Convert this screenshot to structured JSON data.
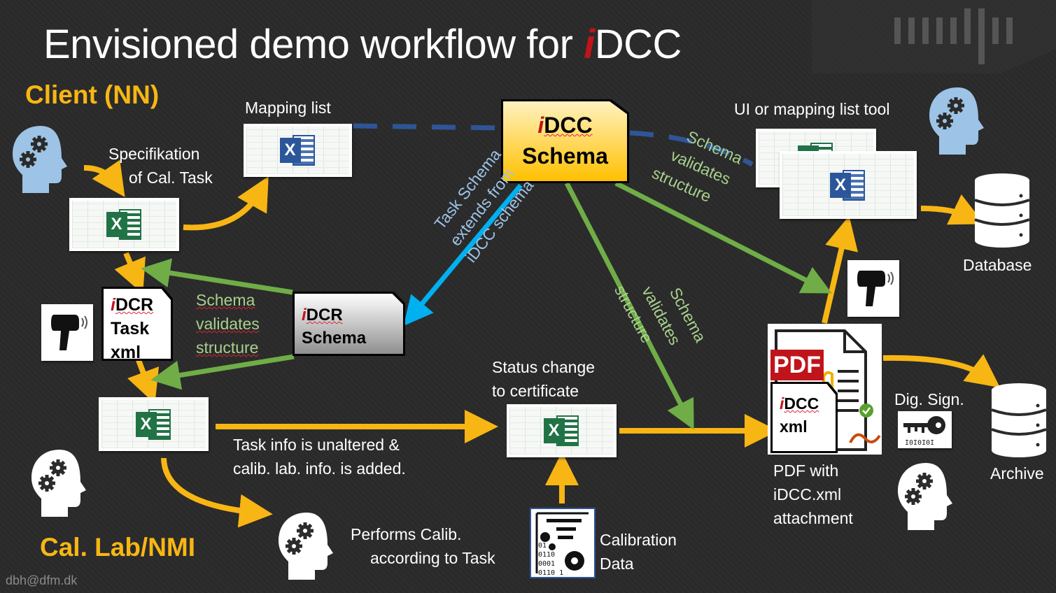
{
  "title": {
    "prefix": "Envisioned demo workflow for ",
    "italic": "i",
    "suffix": "DCC"
  },
  "roles": {
    "client": "Client (NN)",
    "lab": "Cal. Lab/NMI"
  },
  "labels": {
    "mapping_list": "Mapping list",
    "spec_line1": "Specifikation",
    "spec_line2": "of Cal. Task",
    "task_schema_line1": "Task Schema",
    "task_schema_line2": "extends from",
    "task_schema_line3": "iDCC schema",
    "schema_validates_line1": "Schema",
    "schema_validates_line2": "validates",
    "schema_validates_line3": "structure",
    "ui_tool": "UI or mapping list tool",
    "database": "Database",
    "archive": "Archive",
    "status_line1": "Status change",
    "status_line2": "to certificate",
    "task_info_line1": "Task info is unaltered &",
    "task_info_line2": "calib. lab. info. is added.",
    "performs_line1": "Performs Calib.",
    "performs_line2": "according to Task",
    "cal_data_line1": "Calibration",
    "cal_data_line2": "Data",
    "pdf_line1": "PDF with",
    "pdf_line2": "iDCC.xml",
    "pdf_line3": "attachment",
    "dig_sign": "Dig. Sign.",
    "footer": "dbh@dfm.dk"
  },
  "docs": {
    "idcc_schema": {
      "italic": "i",
      "line1_rest": "DCC",
      "line2": "Schema"
    },
    "idcr_task": {
      "italic": "i",
      "line1_rest": "DCR",
      "line2": "Task",
      "line3": "xml"
    },
    "idcr_schema": {
      "italic": "i",
      "line1_rest": "DCR",
      "line2": "Schema"
    },
    "pdf_attach": {
      "italic": "i",
      "line1_rest": "DCC",
      "line2": "xml"
    },
    "pdf_badge": "PDF",
    "binary_lines": [
      "01",
      "0110",
      "0001",
      "0110 1"
    ]
  },
  "colors": {
    "orange_arrow": "#f7b614",
    "green_arrow": "#70ad47",
    "blue_arrow": "#00b0f0",
    "dashed_link": "#2f5597",
    "title_accent": "#c0141b"
  }
}
